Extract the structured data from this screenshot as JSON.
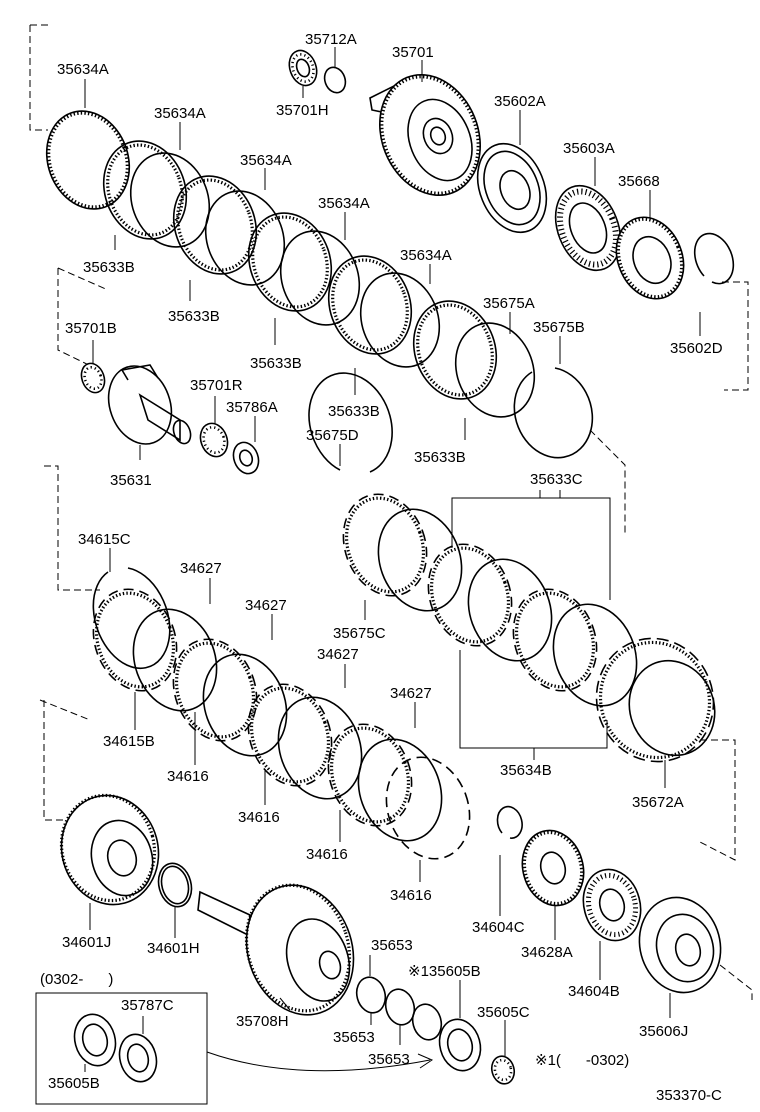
{
  "labels": [
    {
      "text": "35712A"
    },
    {
      "text": "35701"
    },
    {
      "text": "35701H"
    },
    {
      "text": "35634A"
    },
    {
      "text": "35634A"
    },
    {
      "text": "35602A"
    },
    {
      "text": "35603A"
    },
    {
      "text": "35634A"
    },
    {
      "text": "35668"
    },
    {
      "text": "35634A"
    },
    {
      "text": "35633B"
    },
    {
      "text": "35634A"
    },
    {
      "text": "35633B"
    },
    {
      "text": "35675A"
    },
    {
      "text": "35675B"
    },
    {
      "text": "35602D"
    },
    {
      "text": "35701B"
    },
    {
      "text": "35633B"
    },
    {
      "text": "35701R"
    },
    {
      "text": "35786A"
    },
    {
      "text": "35633B"
    },
    {
      "text": "35675D"
    },
    {
      "text": "35633B"
    },
    {
      "text": "35631"
    },
    {
      "text": "35633C"
    },
    {
      "text": "34615C"
    },
    {
      "text": "34627"
    },
    {
      "text": "34627"
    },
    {
      "text": "35675C"
    },
    {
      "text": "34627"
    },
    {
      "text": "34627"
    },
    {
      "text": "34615B"
    },
    {
      "text": "34616"
    },
    {
      "text": "35634B"
    },
    {
      "text": "35672A"
    },
    {
      "text": "34616"
    },
    {
      "text": "34616"
    },
    {
      "text": "34616"
    },
    {
      "text": "34601J"
    },
    {
      "text": "34601H"
    },
    {
      "text": "34604C"
    },
    {
      "text": "34628A"
    },
    {
      "text": "35653"
    },
    {
      "text": "※135605B"
    },
    {
      "text": "34604B"
    },
    {
      "text": "35606J"
    },
    {
      "text": "(0302-      )"
    },
    {
      "text": "35787C"
    },
    {
      "text": "35708H"
    },
    {
      "text": "35653"
    },
    {
      "text": "35605C"
    },
    {
      "text": "35653"
    },
    {
      "text": "35605B"
    },
    {
      "text": "※1(      -0302)"
    },
    {
      "text": "353370-C"
    }
  ]
}
